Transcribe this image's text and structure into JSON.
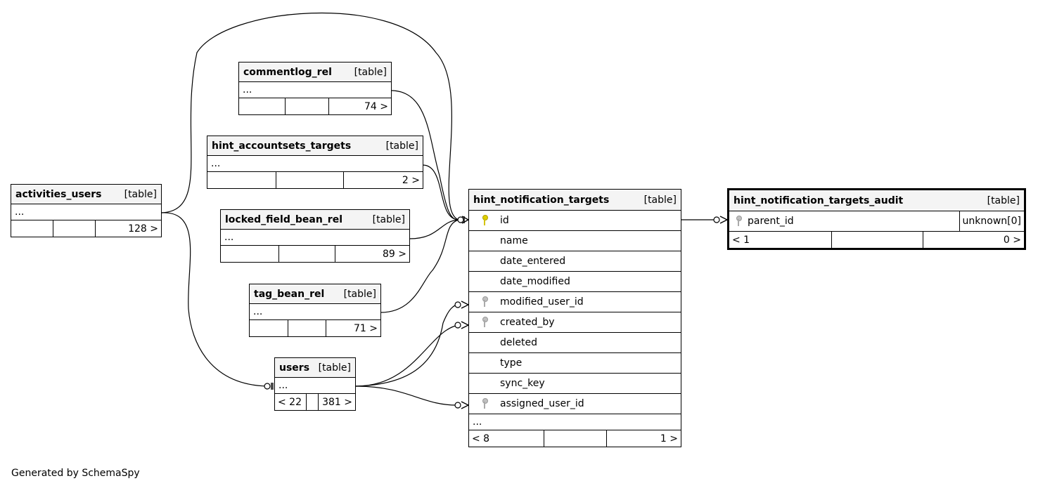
{
  "footer_text": "Generated by SchemaSpy",
  "tables": {
    "commentlog_rel": {
      "name": "commentlog_rel",
      "type": "[table]",
      "ellipsis": "...",
      "parents": "",
      "children": "74 >"
    },
    "hint_accountsets_targets": {
      "name": "hint_accountsets_targets",
      "type": "[table]",
      "ellipsis": "...",
      "parents": "",
      "children": "2 >"
    },
    "activities_users": {
      "name": "activities_users",
      "type": "[table]",
      "ellipsis": "...",
      "parents": "",
      "children": "128 >"
    },
    "locked_field_bean_rel": {
      "name": "locked_field_bean_rel",
      "type": "[table]",
      "ellipsis": "...",
      "parents": "",
      "children": "89 >"
    },
    "tag_bean_rel": {
      "name": "tag_bean_rel",
      "type": "[table]",
      "ellipsis": "...",
      "parents": "",
      "children": "71 >"
    },
    "users": {
      "name": "users",
      "type": "[table]",
      "ellipsis": "...",
      "parents": "< 22",
      "children": "381 >"
    },
    "hint_notification_targets": {
      "name": "hint_notification_targets",
      "type": "[table]",
      "columns": [
        {
          "name": "id",
          "icon": "primary-key-icon"
        },
        {
          "name": "name",
          "icon": ""
        },
        {
          "name": "date_entered",
          "icon": ""
        },
        {
          "name": "date_modified",
          "icon": ""
        },
        {
          "name": "modified_user_id",
          "icon": "foreign-key-icon"
        },
        {
          "name": "created_by",
          "icon": "foreign-key-icon"
        },
        {
          "name": "deleted",
          "icon": ""
        },
        {
          "name": "type",
          "icon": ""
        },
        {
          "name": "sync_key",
          "icon": ""
        },
        {
          "name": "assigned_user_id",
          "icon": "foreign-key-icon"
        }
      ],
      "ellipsis": "...",
      "parents": "< 8",
      "children": "1 >"
    },
    "hint_notification_targets_audit": {
      "name": "hint_notification_targets_audit",
      "type": "[table]",
      "columns": [
        {
          "name": "parent_id",
          "icon": "foreign-key-icon",
          "coltype": "unknown[0]"
        }
      ],
      "parents": "< 1",
      "children": "0 >"
    }
  },
  "colors": {
    "header_bg": "#f4f4f4",
    "primary_key": "#e0d000",
    "foreign_key": "#c0c0c0"
  }
}
